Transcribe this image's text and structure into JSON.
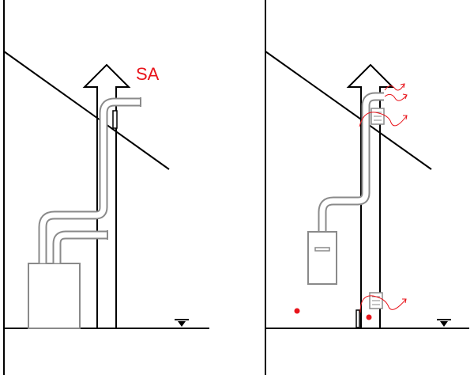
{
  "panels": [
    {
      "id": "left",
      "label": "SA"
    },
    {
      "id": "right"
    }
  ],
  "colors": {
    "line": "#000000",
    "pipe_fill": "#ffffff",
    "pipe_stroke": "#8a8a8a",
    "unit_stroke": "#8a8a8a",
    "accent": "#e8141b"
  },
  "icons": {
    "level_marker": "inverted-triangle-level-icon",
    "airflow": "wavy-arrow-airflow-icon",
    "chimney_arrow": "up-arrow-icon"
  }
}
